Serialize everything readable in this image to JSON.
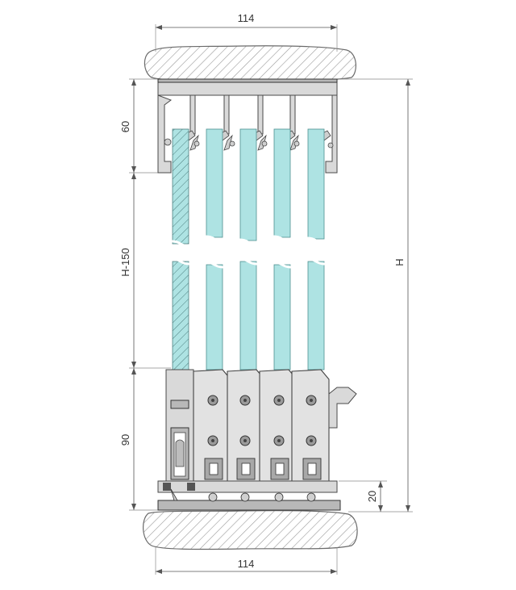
{
  "dimensions": {
    "top_width": "114",
    "bottom_width": "114",
    "top_profile_height": "60",
    "glass_height": "H-150",
    "bottom_profile_height": "90",
    "track_height": "20",
    "total_height": "H"
  },
  "colors": {
    "glass": "#aee3e3",
    "glass_edge": "#5aa8a8",
    "ceiling_hatch": "#9a9a9a",
    "profile": "#d9d9d9",
    "outline": "#444444"
  },
  "panels": [
    {
      "id": "fixed-panel",
      "type": "hatched"
    },
    {
      "id": "sliding-panel-1",
      "type": "glass"
    },
    {
      "id": "sliding-panel-2",
      "type": "glass"
    },
    {
      "id": "sliding-panel-3",
      "type": "glass"
    },
    {
      "id": "sliding-panel-4",
      "type": "glass"
    }
  ]
}
